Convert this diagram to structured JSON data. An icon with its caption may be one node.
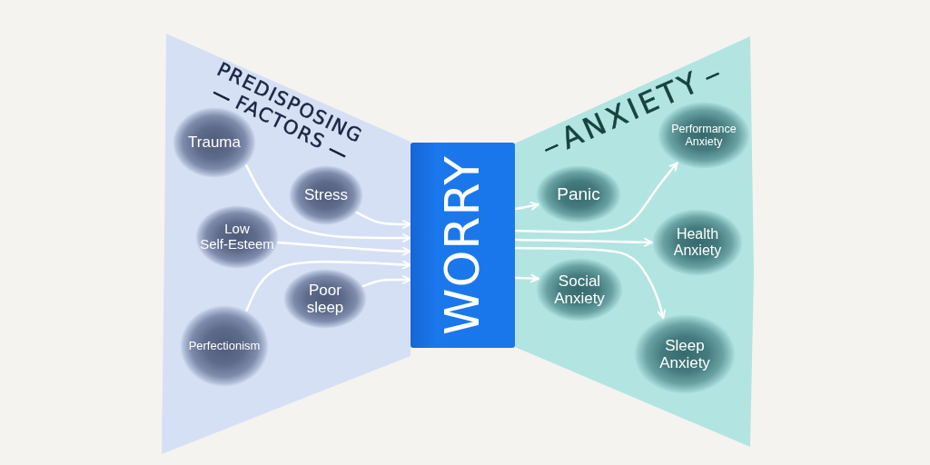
{
  "diagram": {
    "nodes": [
      {
        "text": [
          "PREDISPOSING FACTORS"
        ]
      },
      {
        "text": [
          "Trauma"
        ],
        "in": 0
      },
      {
        "text": [
          "Stress"
        ],
        "in": 0
      },
      {
        "text": [
          "Low Self-Esteem"
        ],
        "in": 0
      },
      {
        "text": [
          "Poor sleep"
        ],
        "in": 0
      },
      {
        "text": [
          "Perfectionism"
        ],
        "in": 0
      },
      {
        "text": [
          "WORRY"
        ]
      },
      {
        "text": [
          "ANXIETY"
        ]
      },
      {
        "text": [
          "Performance Anxiety"
        ],
        "in": 7
      },
      {
        "text": [
          "Panic"
        ],
        "in": 7
      },
      {
        "text": [
          "Health Anxiety"
        ],
        "in": 7
      },
      {
        "text": [
          "Social Anxiety"
        ],
        "in": 7
      },
      {
        "text": [
          "Sleep Anxiety"
        ],
        "in": 7
      }
    ],
    "edges": [
      {
        "from": 1,
        "to": 6,
        "arrow": "to"
      },
      {
        "from": 2,
        "to": 6,
        "arrow": "to"
      },
      {
        "from": 3,
        "to": 6,
        "arrow": "to"
      },
      {
        "from": 5,
        "to": 6,
        "arrow": "to"
      },
      {
        "from": 4,
        "to": 6,
        "arrow": "to"
      },
      {
        "from": 6,
        "to": 9,
        "arrow": "to"
      },
      {
        "from": 6,
        "to": 11,
        "arrow": "to"
      },
      {
        "from": 6,
        "to": 8,
        "arrow": "to"
      },
      {
        "from": 6,
        "to": 10,
        "arrow": "to"
      },
      {
        "from": 6,
        "to": 12,
        "arrow": "to"
      }
    ]
  }
}
